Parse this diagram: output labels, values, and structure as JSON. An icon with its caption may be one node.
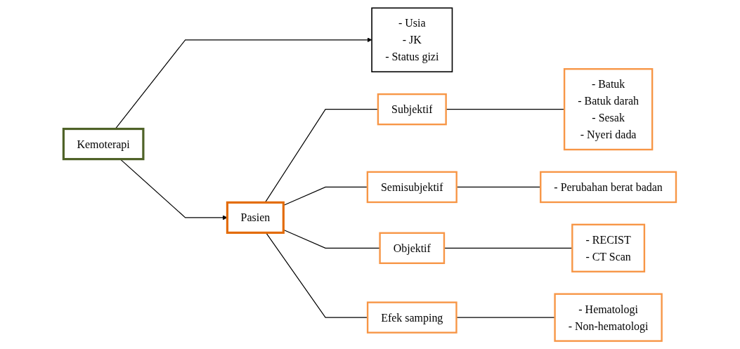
{
  "diagram": {
    "nodes": [
      {
        "text": [
          "Kemoterapi"
        ]
      },
      {
        "text": [
          "Pasien"
        ]
      },
      {
        "text": [
          "- Usia",
          "- JK",
          "- Status gizi"
        ]
      },
      {
        "text": [
          "Subjektif"
        ]
      },
      {
        "text": [
          "- Batuk",
          "- Batuk darah",
          "- Sesak",
          "- Nyeri dada"
        ]
      },
      {
        "text": [
          "Semisubjektif"
        ]
      },
      {
        "text": [
          "- Perubahan berat badan"
        ]
      },
      {
        "text": [
          "Objektif"
        ]
      },
      {
        "text": [
          "- RECIST",
          "- CT Scan"
        ]
      },
      {
        "text": [
          "Efek samping"
        ]
      },
      {
        "text": [
          "- Hematologi",
          "- Non-hematologi"
        ]
      }
    ],
    "edges": [
      {
        "from": 0,
        "to": 1,
        "arrow": "to"
      },
      {
        "from": 0,
        "to": 2,
        "arrow": "to"
      },
      {
        "from": 1,
        "to": 3,
        "arrow": "none"
      },
      {
        "from": 1,
        "to": 5,
        "arrow": "none"
      },
      {
        "from": 1,
        "to": 7,
        "arrow": "none"
      },
      {
        "from": 1,
        "to": 9,
        "arrow": "none"
      },
      {
        "from": 3,
        "to": 4,
        "arrow": "none"
      },
      {
        "from": 5,
        "to": 6,
        "arrow": "none"
      },
      {
        "from": 7,
        "to": 8,
        "arrow": "none"
      },
      {
        "from": 9,
        "to": 10,
        "arrow": "none"
      }
    ]
  }
}
